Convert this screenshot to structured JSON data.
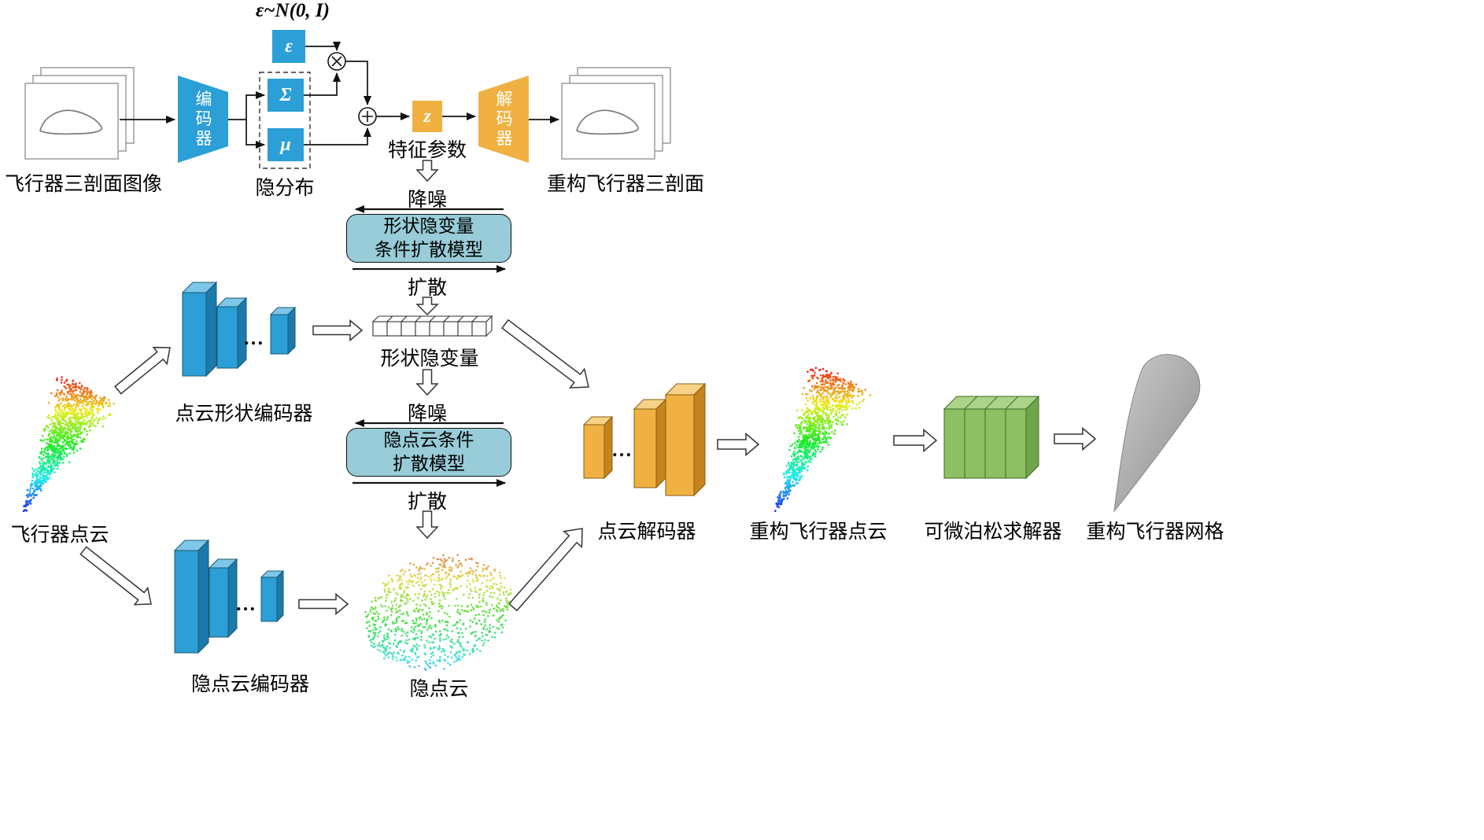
{
  "colors": {
    "blue": "#2B9FD6",
    "orange": "#F0B142",
    "teal": "#97CCD8",
    "green": "#8CC063"
  },
  "vae": {
    "noise_dist": "ε~N(0, I)",
    "epsilon": "ε",
    "sigma": "Σ",
    "mu": "μ",
    "z": "z",
    "encoder": "编码器",
    "decoder": "解码器",
    "input_images_label": "飞行器三剖面图像",
    "latent_dist_label": "隐分布",
    "feature_params_label": "特征参数",
    "recon_images_label": "重构飞行器三剖面"
  },
  "shape_diffusion": {
    "denoise": "降噪",
    "title_line1": "形状隐变量",
    "title_line2": "条件扩散模型",
    "diffuse": "扩散"
  },
  "latent_diffusion": {
    "denoise": "降噪",
    "title_line1": "隐点云条件",
    "title_line2": "扩散模型",
    "diffuse": "扩散"
  },
  "labels": {
    "shape_latent": "形状隐变量",
    "aircraft_pointcloud": "飞行器点云",
    "shape_encoder": "点云形状编码器",
    "latent_encoder": "隐点云编码器",
    "latent_pointcloud": "隐点云",
    "pc_decoder": "点云解码器",
    "recon_pointcloud": "重构飞行器点云",
    "poisson_solver": "可微泊松求解器",
    "recon_mesh": "重构飞行器网格",
    "ellipsis": "…"
  }
}
